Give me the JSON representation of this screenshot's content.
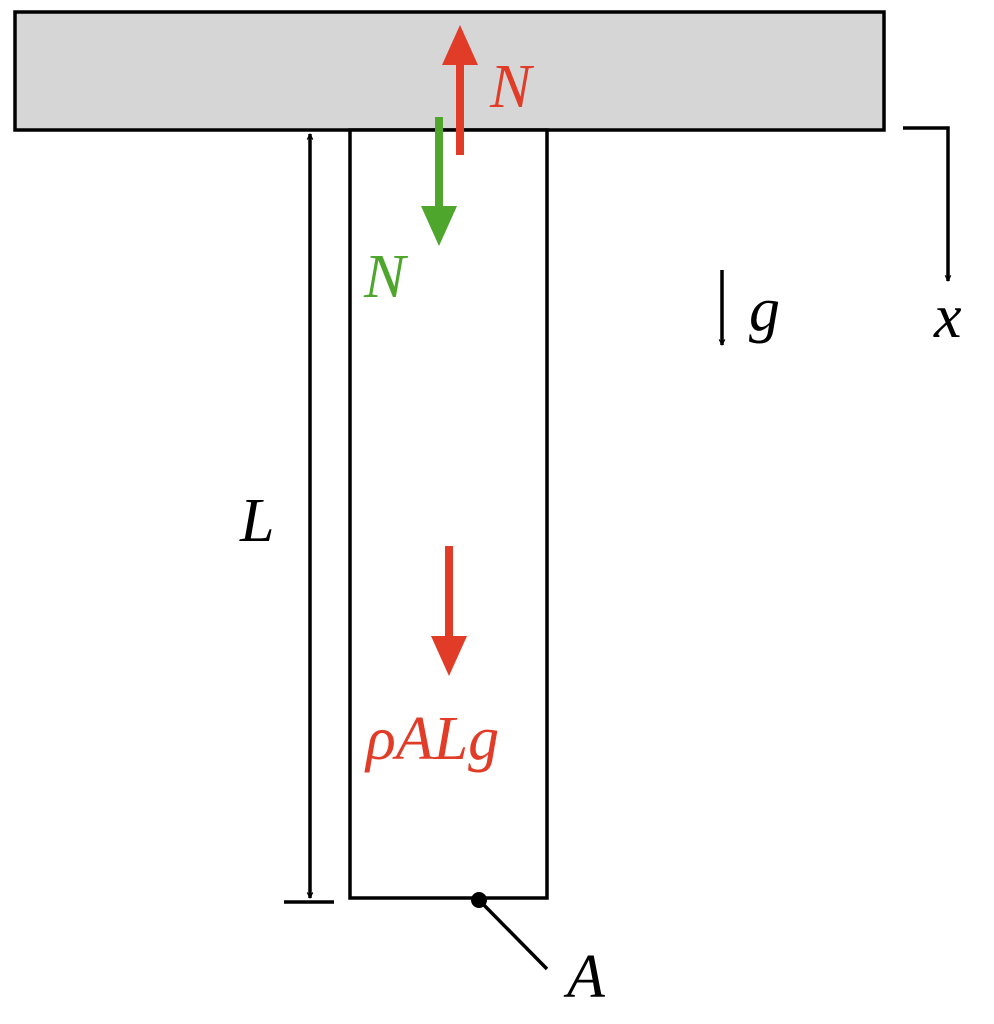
{
  "colors": {
    "red": "#e13c28",
    "green": "#4ea62c",
    "black": "#000000",
    "ceiling_fill": "#d6d6d6"
  },
  "labels": {
    "normal_force_on_ceiling": "N",
    "normal_force_on_rod": "N",
    "gravity": "g",
    "axis": "x",
    "length": "L",
    "weight": "ρALg",
    "area": "A"
  }
}
